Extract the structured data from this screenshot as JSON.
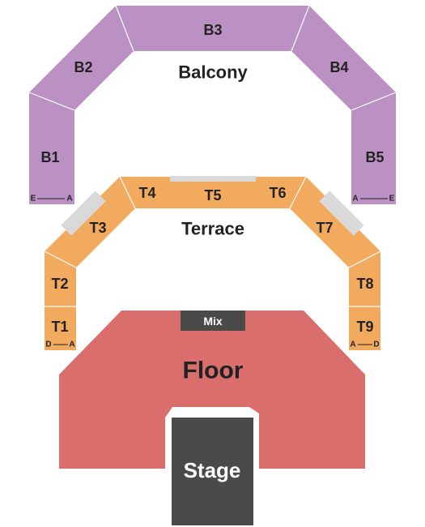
{
  "colors": {
    "balcony": "#bb90c3",
    "terrace": "#f2ab5e",
    "floor": "#d96e6c",
    "stage": "#4a4a4a",
    "mix": "#4a4a4a",
    "rail": "#d9d9d9",
    "divider": "#ffffff"
  },
  "areas": {
    "balcony": "Balcony",
    "terrace": "Terrace",
    "floor": "Floor"
  },
  "balcony": {
    "b1": "B1",
    "b2": "B2",
    "b3": "B3",
    "b4": "B4",
    "b5": "B5",
    "b1_row_outer": "E",
    "b1_row_inner": "A",
    "b5_row_inner": "A",
    "b5_row_outer": "E"
  },
  "terrace": {
    "t1": "T1",
    "t2": "T2",
    "t3": "T3",
    "t4": "T4",
    "t5": "T5",
    "t6": "T6",
    "t7": "T7",
    "t8": "T8",
    "t9": "T9",
    "t1_row_outer": "D",
    "t1_row_inner": "A",
    "t9_row_inner": "A",
    "t9_row_outer": "D"
  },
  "mix": "Mix",
  "stage": "Stage"
}
